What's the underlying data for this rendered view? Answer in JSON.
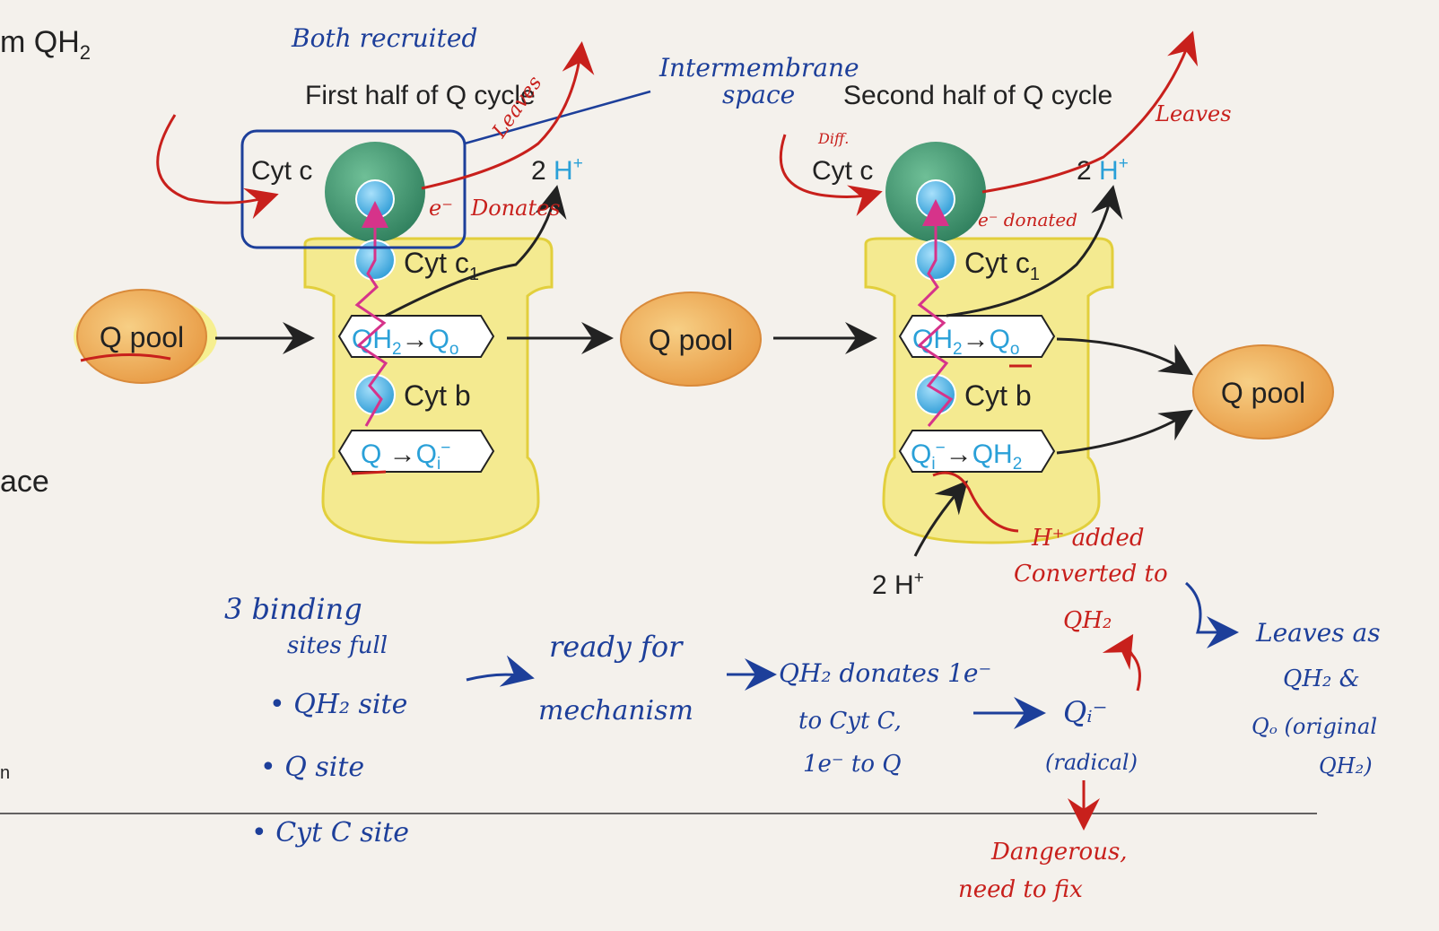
{
  "slide_text": {
    "top_left": "m QH",
    "top_left_sub": "2",
    "mid_left": "ace",
    "bottom_left": "n"
  },
  "diagram": {
    "first_half_title": "First half of Q cycle",
    "second_half_title": "Second half of Q cycle",
    "cyt_c": "Cyt c",
    "cyt_c1": "Cyt c",
    "cyt_c1_sub": "1",
    "cyt_b": "Cyt b",
    "q_pool": "Q pool",
    "h_plus_prefix": "2 ",
    "h_plus": "H",
    "h_plus_sup": "+",
    "site_qo_first": {
      "a": "QH",
      "a_sub": "2",
      "arrow": "→",
      "b": "Q",
      "b_sub": "o"
    },
    "site_qi_first": {
      "a": "Q ",
      "arrow": "→",
      "b": "Q",
      "b_sub": "i",
      "b_sup": "−"
    },
    "site_qo_second": {
      "a": "QH",
      "a_sub": "2",
      "arrow": "→",
      "b": "Q",
      "b_sub": "o"
    },
    "site_qi_second": {
      "a": "Q",
      "a_sub": "i",
      "a_sup": "−",
      "arrow": "→",
      "b": "QH",
      "b_sub": "2"
    }
  },
  "handwriting": {
    "both_recruited": "Both recruited",
    "leaves_1": "Leaves",
    "intermembrane": "Intermembrane",
    "space": "space",
    "leaves_2": "Leaves",
    "e_minus": "e⁻",
    "donates": "Donates",
    "diff": "Diff.",
    "e_donated": "e⁻ donated",
    "h_added": "H⁺ added",
    "converted_to": "Converted to",
    "qh2": "QH₂",
    "binding_1": "3 binding",
    "binding_2": "sites full",
    "qh2_site": "• QH₂ site",
    "q_site": "• Q site",
    "cytc_site": "• Cyt C site",
    "ready_1": "ready for",
    "ready_2": "mechanism",
    "qh2_donates_1": "QH₂ donates 1e⁻",
    "qh2_donates_2": "to Cyt C,",
    "qh2_donates_3": "1e⁻ to Q",
    "qi_radical": "Qᵢ⁻",
    "radical": "(radical)",
    "leaves_as_1": "Leaves as",
    "leaves_as_2": "QH₂ &",
    "leaves_as_3": "Qₒ (original",
    "leaves_as_4": "QH₂)",
    "dangerous_1": "Dangerous,",
    "dangerous_2": "need to fix"
  },
  "colors": {
    "complex": "#f4ea90",
    "cytc": "#4f9f7c",
    "heme": "#4fb7e8",
    "qpool": "#f0b060",
    "ink_blue": "#1d3f9a",
    "ink_red": "#c8201c",
    "magenta": "#d6338a",
    "label_blue": "#2aa0d8"
  }
}
